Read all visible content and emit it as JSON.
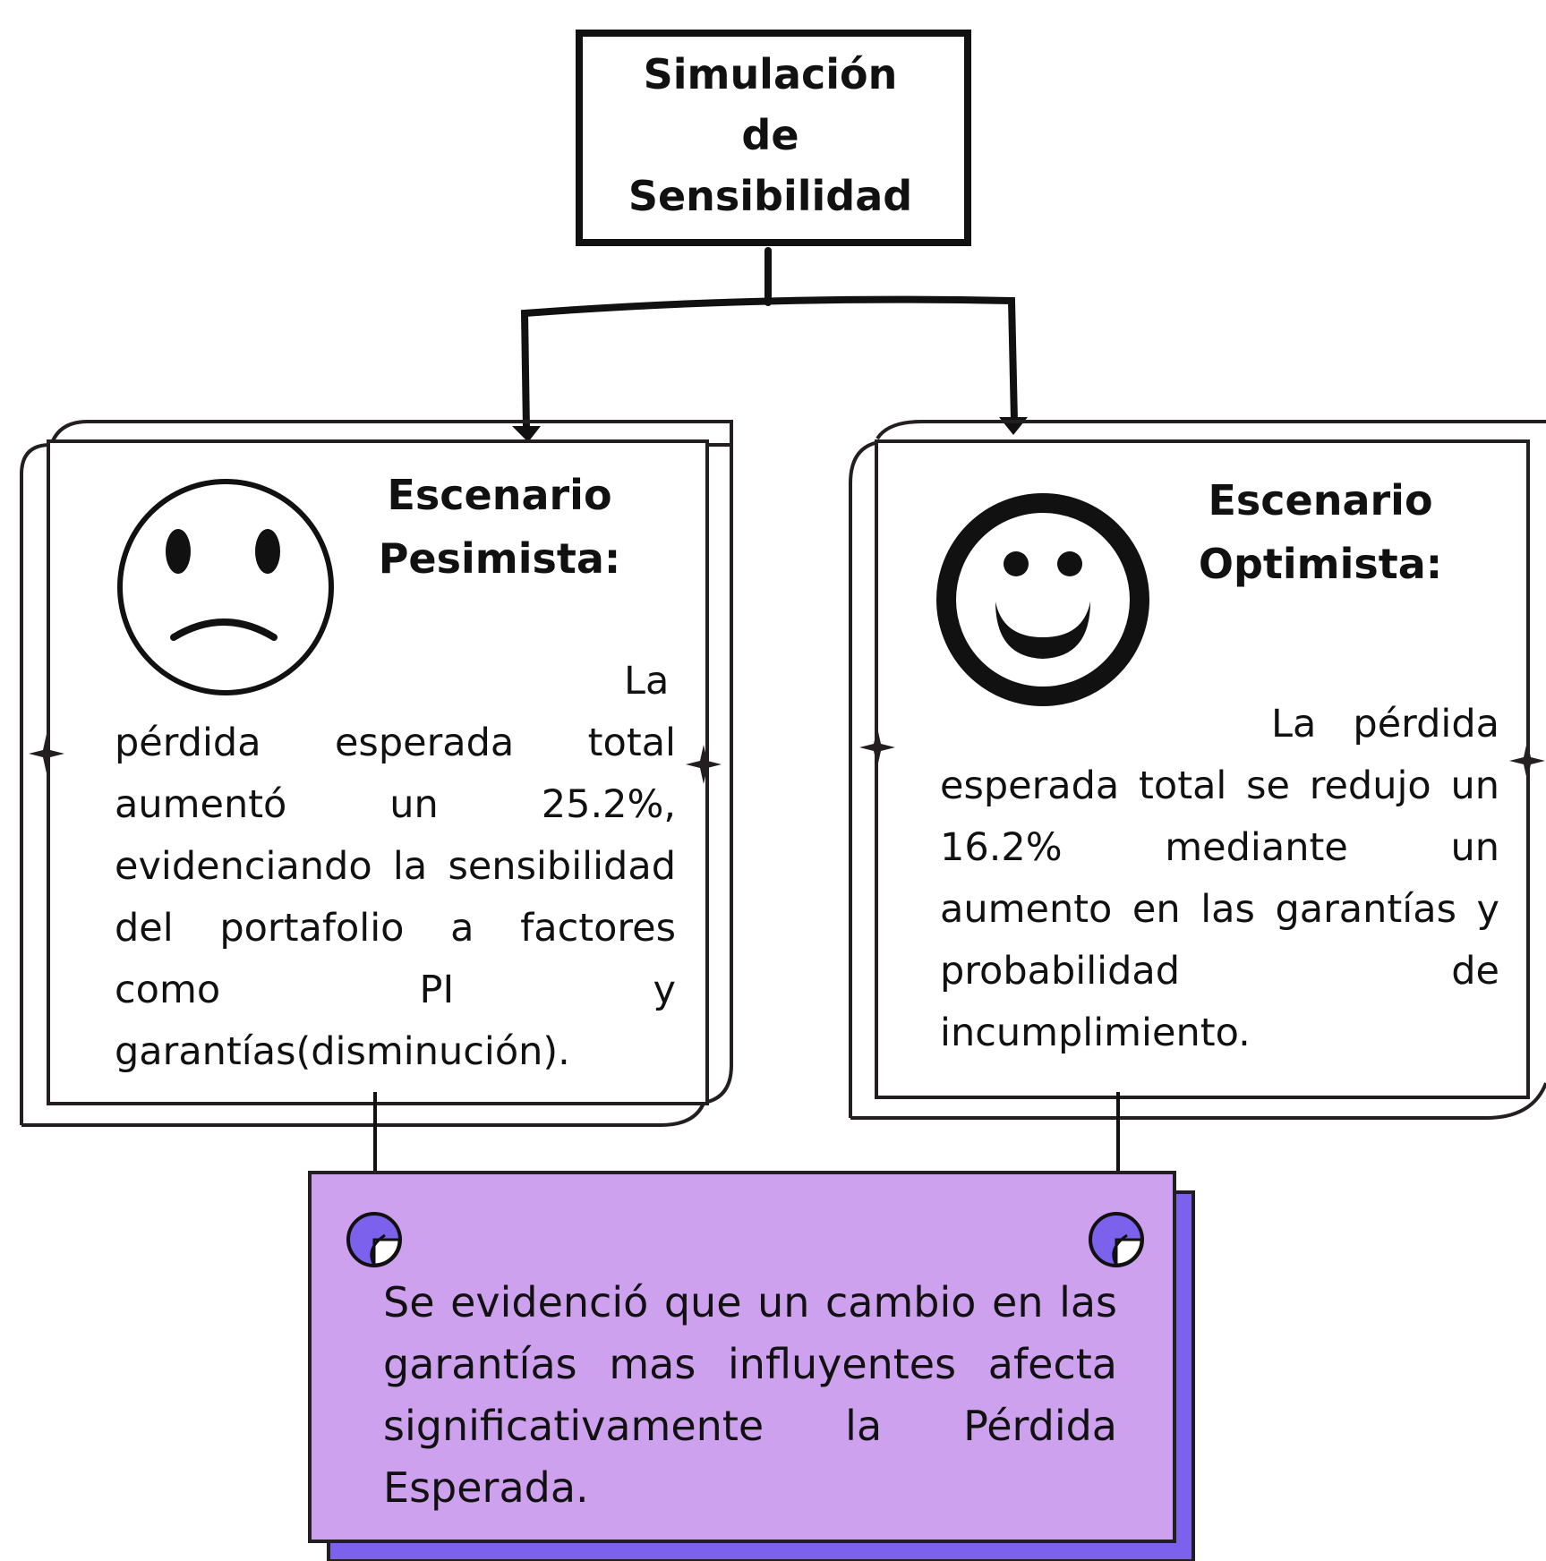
{
  "title": {
    "line1": "Simulación de",
    "line2": "Sensibilidad"
  },
  "pessimistic": {
    "heading_line1": "Escenario",
    "heading_line2": "Pesimista:",
    "body": "La pérdida esperada total aumentó un 25.2%, evidenciando la sensibilidad del portafolio a factores como PI y garantías(disminución).",
    "icon": "sad-face-icon"
  },
  "optimistic": {
    "heading_line1": "Escenario",
    "heading_line2": "Optimista:",
    "body": "La pérdida esperada total se redujo un 16.2% mediante un aumento en las garantías y probabilidad de incumplimiento.",
    "icon": "happy-face-icon"
  },
  "conclusion": {
    "body": "Se evidenció que un cambio en las garantías mas influyentes afecta significativamente la Pérdida Esperada."
  },
  "colors": {
    "outline": "#231f20",
    "conclusion_fill": "#cda1ee",
    "conclusion_shadow": "#7b61ec",
    "pin_fill": "#7b61ec",
    "background": "#ffffff"
  }
}
